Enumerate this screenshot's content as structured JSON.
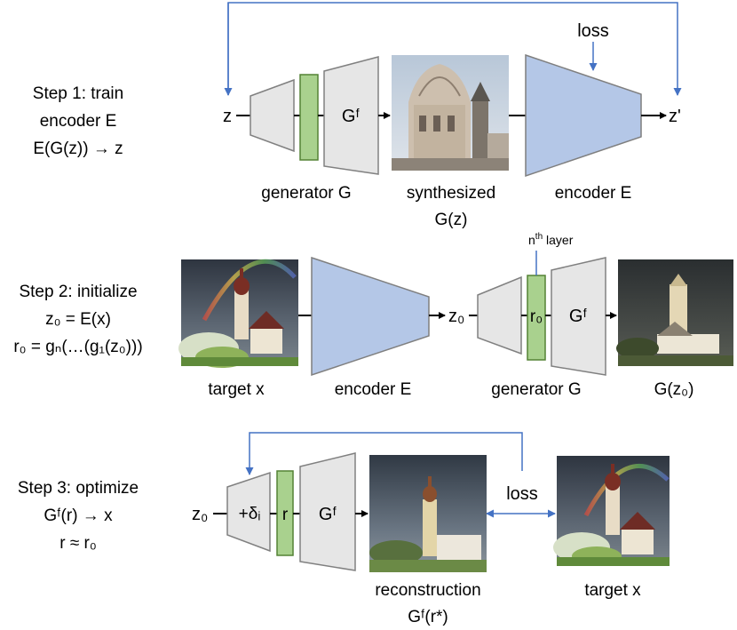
{
  "steps": [
    {
      "line1": "Step 1: train",
      "line2": "encoder E",
      "line3": "E(G(z)) → z"
    },
    {
      "line1": "Step 2: initialize",
      "line2": "z₀ = E(x)",
      "line3": "r₀ = gₙ(…(g₁(z₀)))"
    },
    {
      "line1": "Step 3: optimize",
      "line2": "Gᶠ(r) → x",
      "line3": "r ≈ r₀"
    }
  ],
  "row1": {
    "input": "z",
    "gf": "Gᶠ",
    "output": "z'",
    "loss": "loss",
    "gen_label": "generator G",
    "synth_label1": "synthesized",
    "synth_label2": "G(z)",
    "enc_label": "encoder E"
  },
  "row2": {
    "target_label": "target x",
    "enc_label": "encoder E",
    "z0": "z₀",
    "r0": "r₀",
    "gf": "Gᶠ",
    "nth": "n",
    "nth_sup": "th",
    "layer": " layer",
    "gen_label": "generator G",
    "out_label": "G(z₀)"
  },
  "row3": {
    "z0": "z₀",
    "delta": "+δᵢ",
    "r": "r",
    "gf": "Gᶠ",
    "loss": "loss",
    "recon_label1": "reconstruction",
    "recon_label2": "Gᶠ(r*)",
    "target_label": "target x"
  },
  "colors": {
    "gray_fill": "#e6e6e6",
    "gray_stroke": "#808080",
    "green_fill": "#a9d18e",
    "green_stroke": "#548235",
    "blue_fill": "#b4c7e7",
    "blue_stroke": "#7f7f7f",
    "arrow_blue": "#4472c4"
  }
}
